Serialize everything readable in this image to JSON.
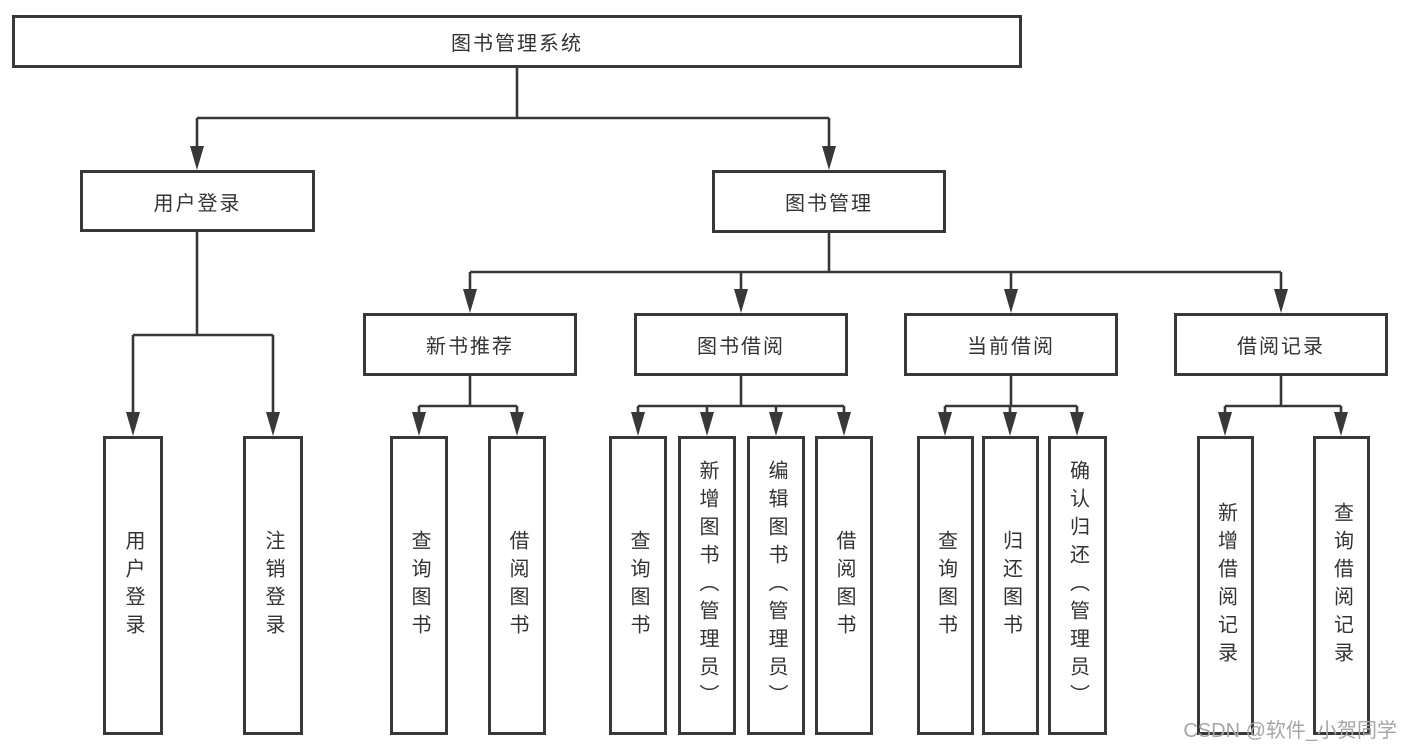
{
  "colors": {
    "line": "#383838",
    "text": "#333333",
    "watermark": "#a6a6a6",
    "background": "#ffffff"
  },
  "watermark": {
    "text": "CSDN @软件_小贺同学"
  },
  "diagram": {
    "type": "hierarchy-tree",
    "nodes": [
      {
        "id": "root",
        "label": "图书管理系统",
        "parent": null
      },
      {
        "id": "user-login",
        "label": "用户登录",
        "parent": "root"
      },
      {
        "id": "book-management",
        "label": "图书管理",
        "parent": "root"
      },
      {
        "id": "new-book-recommend",
        "label": "新书推荐",
        "parent": "book-management"
      },
      {
        "id": "book-borrow",
        "label": "图书借阅",
        "parent": "book-management"
      },
      {
        "id": "current-borrow",
        "label": "当前借阅",
        "parent": "book-management"
      },
      {
        "id": "borrow-records",
        "label": "借阅记录",
        "parent": "book-management"
      },
      {
        "id": "user-login-leaf",
        "label": "用户登录",
        "parent": "user-login"
      },
      {
        "id": "logout-leaf",
        "label": "注销登录",
        "parent": "user-login"
      },
      {
        "id": "nb-query-books",
        "label": "查询图书",
        "parent": "new-book-recommend"
      },
      {
        "id": "nb-borrow-books",
        "label": "借阅图书",
        "parent": "new-book-recommend"
      },
      {
        "id": "bb-query-books",
        "label": "查询图书",
        "parent": "book-borrow"
      },
      {
        "id": "bb-add-books",
        "label": "新增图书（管理员）",
        "parent": "book-borrow"
      },
      {
        "id": "bb-edit-books",
        "label": "编辑图书（管理员）",
        "parent": "book-borrow"
      },
      {
        "id": "bb-borrow-books",
        "label": "借阅图书",
        "parent": "book-borrow"
      },
      {
        "id": "cb-query-books",
        "label": "查询图书",
        "parent": "current-borrow"
      },
      {
        "id": "cb-return-books",
        "label": "归还图书",
        "parent": "current-borrow"
      },
      {
        "id": "cb-confirm-return",
        "label": "确认归还（管理员）",
        "parent": "current-borrow"
      },
      {
        "id": "br-add-record",
        "label": "新增借阅记录",
        "parent": "borrow-records"
      },
      {
        "id": "br-query-record",
        "label": "查询借阅记录",
        "parent": "borrow-records"
      }
    ]
  }
}
